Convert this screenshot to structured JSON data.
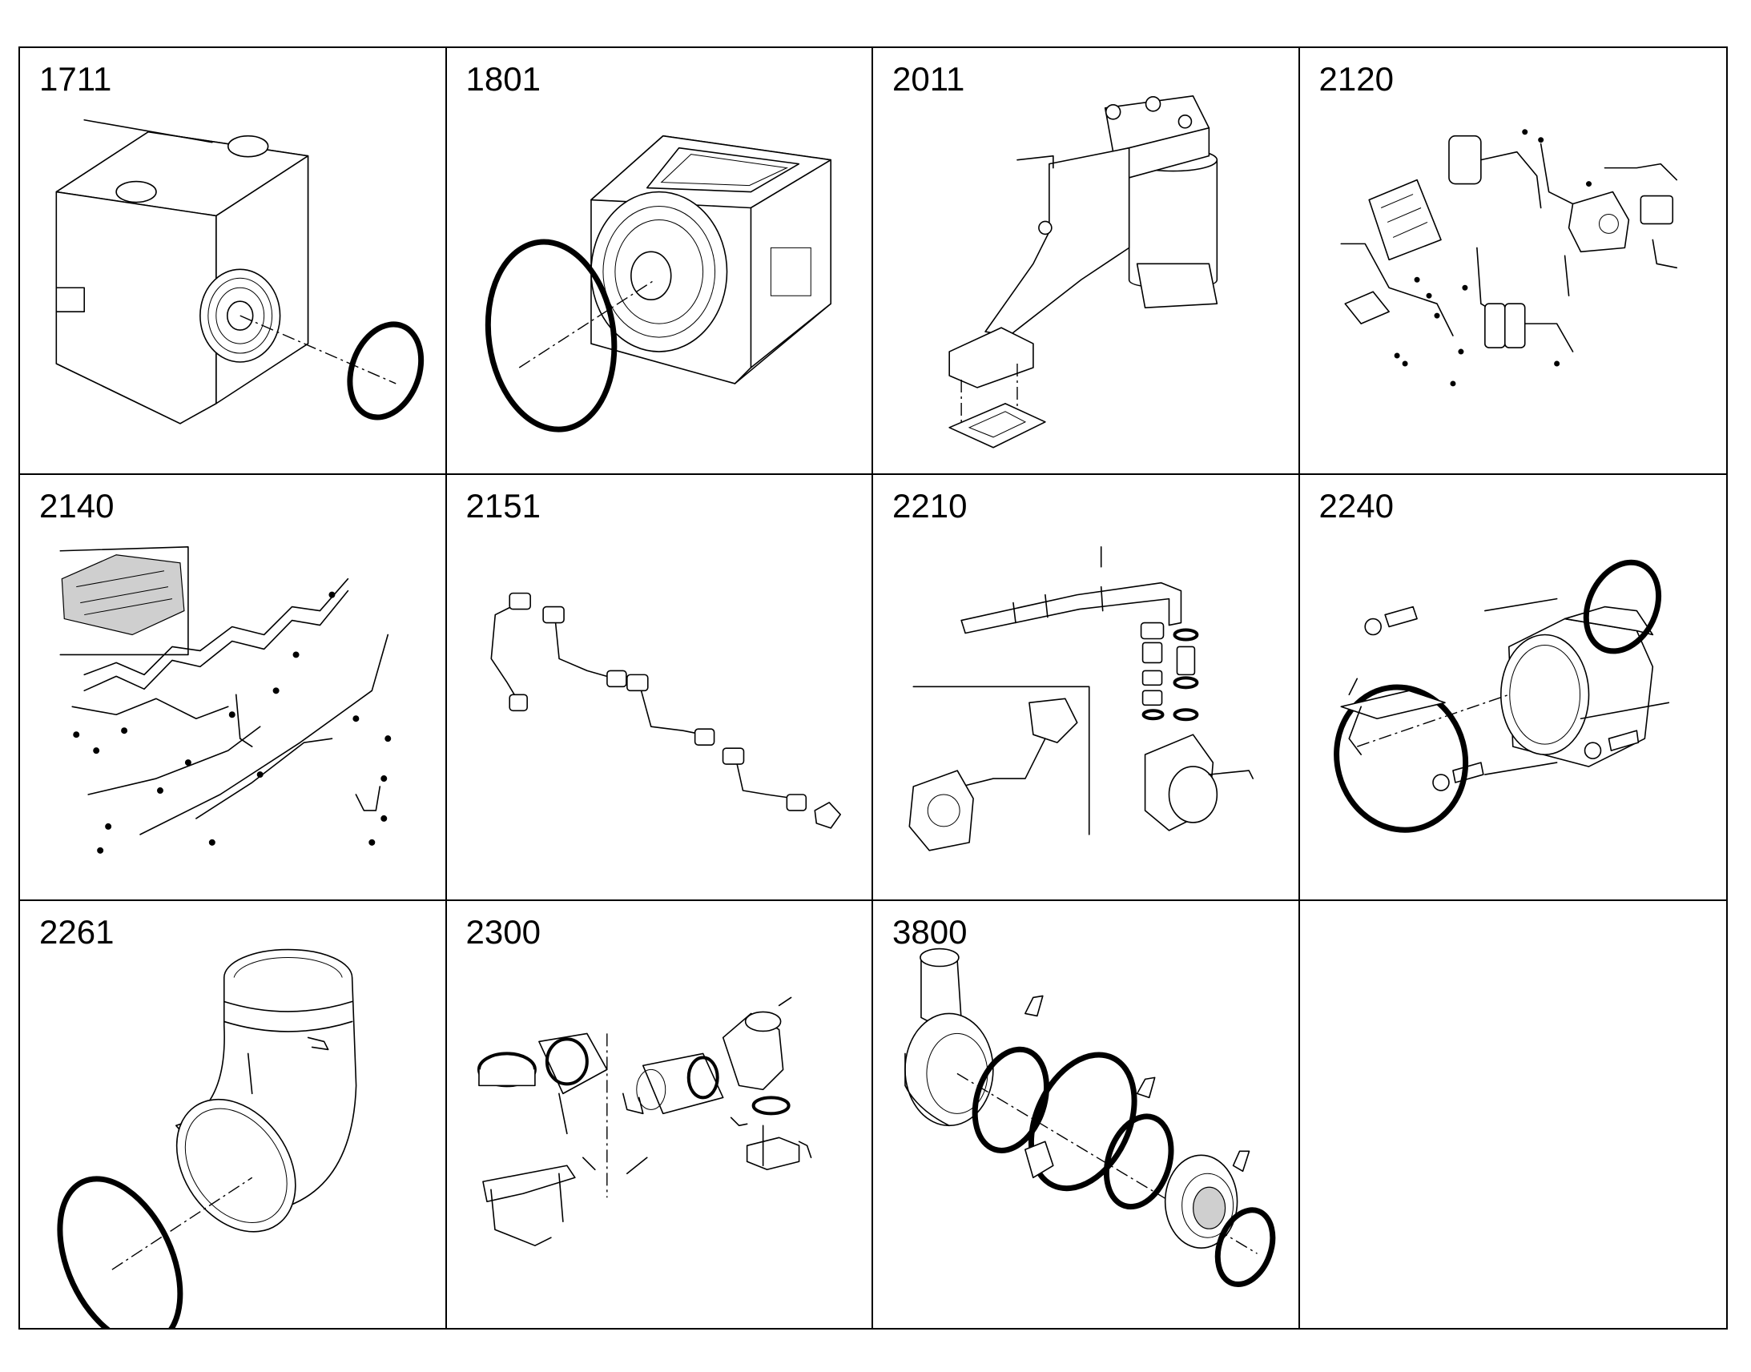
{
  "cells": [
    {
      "code": "1711",
      "icon": "housing-with-seal-ring-icon"
    },
    {
      "code": "1801",
      "icon": "flywheel-housing-icon"
    },
    {
      "code": "2011",
      "icon": "fuel-filter-bracket-icon"
    },
    {
      "code": "2120",
      "icon": "fuel-system-overview-icon"
    },
    {
      "code": "2140",
      "icon": "injection-lines-icon"
    },
    {
      "code": "2151",
      "icon": "injection-pipes-icon"
    },
    {
      "code": "2210",
      "icon": "intake-pipe-icon"
    },
    {
      "code": "2240",
      "icon": "exhaust-flange-clamp-icon"
    },
    {
      "code": "2261",
      "icon": "exhaust-elbow-icon"
    },
    {
      "code": "2300",
      "icon": "exhaust-pipe-clamps-icon"
    },
    {
      "code": "3800",
      "icon": "turbocharger-clamps-icon"
    },
    {
      "code": "",
      "icon": ""
    }
  ]
}
